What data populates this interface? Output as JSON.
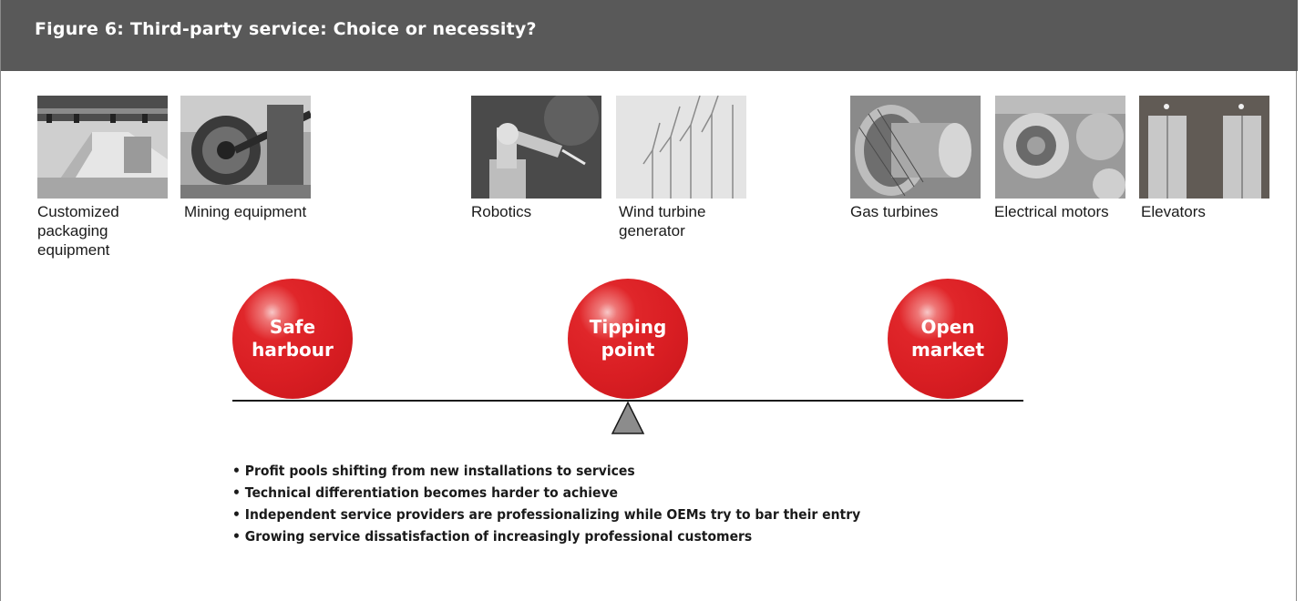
{
  "title": "Figure 6: Third-party service: Choice or necessity?",
  "equipment": [
    {
      "caption": "Customized\npackaging\nequipment",
      "icon": "packaging-line-photo"
    },
    {
      "caption": "Mining equipment",
      "icon": "bucket-wheel-excavator-photo"
    },
    {
      "caption": "Robotics",
      "icon": "industrial-robot-arm-photo"
    },
    {
      "caption": "Wind turbine\ngenerator",
      "icon": "wind-turbines-photo"
    },
    {
      "caption": "Gas turbines",
      "icon": "gas-turbine-rotor-photo"
    },
    {
      "caption": "Electrical motors",
      "icon": "electric-motors-photo"
    },
    {
      "caption": "Elevators",
      "icon": "elevator-doors-photo"
    }
  ],
  "stages": [
    {
      "label": "Safe\nharbour"
    },
    {
      "label": "Tipping\npoint"
    },
    {
      "label": "Open\nmarket"
    }
  ],
  "colors": {
    "header": "#595959",
    "ball": "#d91e23",
    "fulcrum": "#8c8c8c"
  },
  "bullets": [
    "Profit pools shifting from new installations to services",
    "Technical differentiation becomes harder to achieve",
    "Independent service providers are professionalizing while OEMs try to bar their entry",
    "Growing service dissatisfaction of increasingly professional customers"
  ]
}
